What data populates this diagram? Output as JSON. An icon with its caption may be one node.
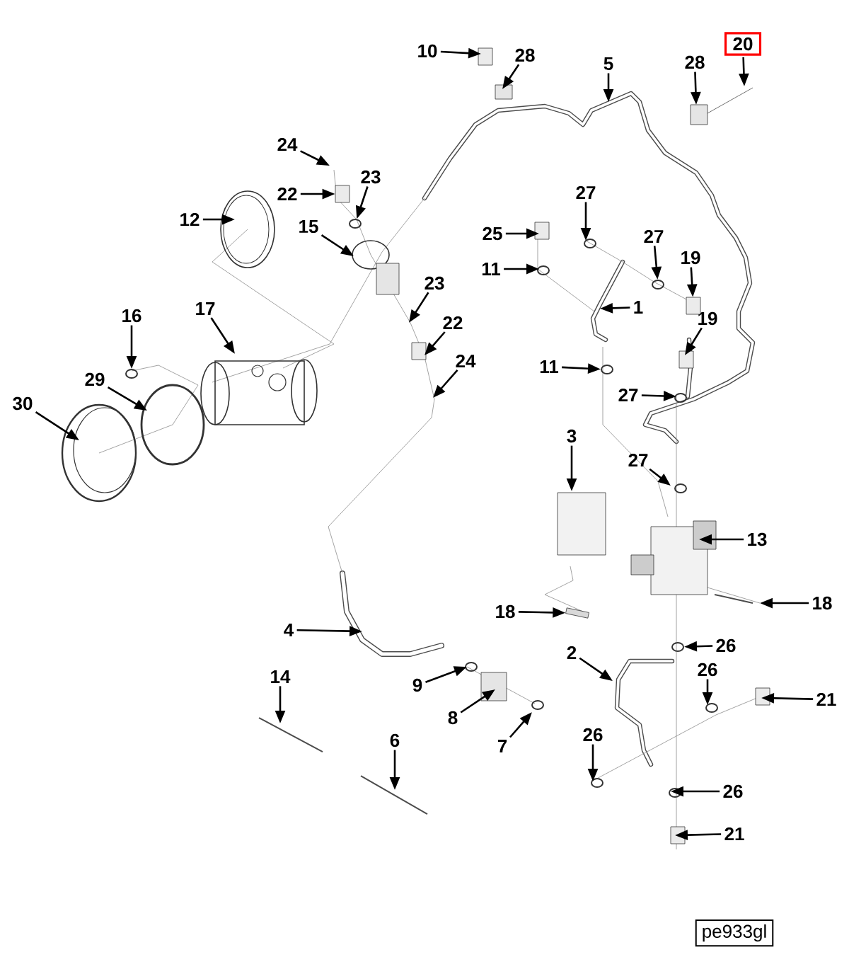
{
  "diagram": {
    "nodes": [
      {
        "text": [
          "10"
        ]
      },
      {
        "text": [
          "28"
        ]
      },
      {
        "text": [
          "5"
        ]
      },
      {
        "text": [
          "28"
        ]
      },
      {
        "text": [
          "20"
        ]
      },
      {
        "text": [
          "24"
        ]
      },
      {
        "text": [
          "22"
        ]
      },
      {
        "text": [
          "23"
        ]
      },
      {
        "text": [
          "12"
        ]
      },
      {
        "text": [
          "15"
        ]
      },
      {
        "text": [
          "27"
        ]
      },
      {
        "text": [
          "25"
        ]
      },
      {
        "text": [
          "27"
        ]
      },
      {
        "text": [
          "19"
        ]
      },
      {
        "text": [
          "11"
        ]
      },
      {
        "text": [
          "1"
        ]
      },
      {
        "text": [
          "23"
        ]
      },
      {
        "text": [
          "16"
        ]
      },
      {
        "text": [
          "17"
        ]
      },
      {
        "text": [
          "22"
        ]
      },
      {
        "text": [
          "19"
        ]
      },
      {
        "text": [
          "24"
        ]
      },
      {
        "text": [
          "11"
        ]
      },
      {
        "text": [
          "29"
        ]
      },
      {
        "text": [
          "30"
        ]
      },
      {
        "text": [
          "27"
        ]
      },
      {
        "text": [
          "3"
        ]
      },
      {
        "text": [
          "27"
        ]
      },
      {
        "text": [
          "13"
        ]
      },
      {
        "text": [
          "18"
        ]
      },
      {
        "text": [
          "18"
        ]
      },
      {
        "text": [
          "4"
        ]
      },
      {
        "text": [
          "26"
        ]
      },
      {
        "text": [
          "2"
        ]
      },
      {
        "text": [
          "26"
        ]
      },
      {
        "text": [
          "9"
        ]
      },
      {
        "text": [
          "21"
        ]
      },
      {
        "text": [
          "14"
        ]
      },
      {
        "text": [
          "8"
        ]
      },
      {
        "text": [
          "7"
        ]
      },
      {
        "text": [
          "26"
        ]
      },
      {
        "text": [
          "6"
        ]
      },
      {
        "text": [
          "26"
        ]
      },
      {
        "text": [
          "21"
        ]
      },
      {
        "text": [
          "pe933gl"
        ]
      },
      {
        "text": [],
        "shape": "circle"
      },
      {
        "text": [],
        "shape": "box"
      },
      {
        "text": [],
        "shape": "circle"
      },
      {
        "text": [],
        "shape": "box"
      },
      {
        "text": [],
        "shape": "circle"
      },
      {
        "text": [],
        "shape": "bar"
      },
      {
        "text": [],
        "shape": "circle"
      },
      {
        "text": [],
        "shape": "circle"
      }
    ],
    "edges": [
      {
        "from": 0,
        "to": null,
        "arrow": "to"
      },
      {
        "from": 1,
        "to": null,
        "arrow": "to"
      },
      {
        "from": 2,
        "to": null,
        "arrow": "to"
      },
      {
        "from": 3,
        "to": null,
        "arrow": "to"
      },
      {
        "from": 4,
        "to": null,
        "arrow": "to"
      },
      {
        "from": 5,
        "to": null,
        "arrow": "to"
      },
      {
        "from": 6,
        "to": 46,
        "arrow": "to"
      },
      {
        "from": 7,
        "to": 52,
        "arrow": "to"
      },
      {
        "from": 8,
        "to": null,
        "arrow": "to"
      },
      {
        "from": 9,
        "to": null,
        "arrow": "to"
      },
      {
        "from": 10,
        "to": null,
        "arrow": "to"
      },
      {
        "from": 11,
        "to": null,
        "arrow": "to"
      },
      {
        "from": 12,
        "to": 47,
        "arrow": "to"
      },
      {
        "from": 13,
        "to": 48,
        "arrow": "to"
      },
      {
        "from": 14,
        "to": null,
        "arrow": "to"
      },
      {
        "from": 15,
        "to": null,
        "arrow": "to"
      },
      {
        "from": 16,
        "to": null,
        "arrow": "to"
      },
      {
        "from": 17,
        "to": 45,
        "arrow": "to"
      },
      {
        "from": 18,
        "to": null,
        "arrow": "to"
      },
      {
        "from": 19,
        "to": null,
        "arrow": "to"
      },
      {
        "from": 20,
        "to": null,
        "arrow": "to"
      },
      {
        "from": 21,
        "to": null,
        "arrow": "to"
      },
      {
        "from": 22,
        "to": 49,
        "arrow": "to"
      },
      {
        "from": 23,
        "to": null,
        "arrow": "to"
      },
      {
        "from": 24,
        "to": null,
        "arrow": "to"
      },
      {
        "from": 25,
        "to": null,
        "arrow": "to"
      },
      {
        "from": 26,
        "to": null,
        "arrow": "to"
      },
      {
        "from": 27,
        "to": null,
        "arrow": "to"
      },
      {
        "from": 28,
        "to": null,
        "arrow": "to"
      },
      {
        "from": 29,
        "to": 50,
        "arrow": "to"
      },
      {
        "from": 30,
        "to": null,
        "arrow": "to"
      },
      {
        "from": 31,
        "to": null,
        "arrow": "to"
      },
      {
        "from": 32,
        "to": 51,
        "arrow": "to"
      },
      {
        "from": 33,
        "to": null,
        "arrow": "to"
      },
      {
        "from": 34,
        "to": null,
        "arrow": "to"
      },
      {
        "from": 35,
        "to": null,
        "arrow": "to"
      },
      {
        "from": 36,
        "to": null,
        "arrow": "to"
      },
      {
        "from": 37,
        "to": null,
        "arrow": "to"
      },
      {
        "from": 38,
        "to": null,
        "arrow": "to"
      },
      {
        "from": 39,
        "to": null,
        "arrow": "to"
      },
      {
        "from": 40,
        "to": null,
        "arrow": "to"
      },
      {
        "from": 41,
        "to": null,
        "arrow": "to"
      },
      {
        "from": 42,
        "to": null,
        "arrow": "to"
      },
      {
        "from": 43,
        "to": null,
        "arrow": "to"
      }
    ]
  }
}
